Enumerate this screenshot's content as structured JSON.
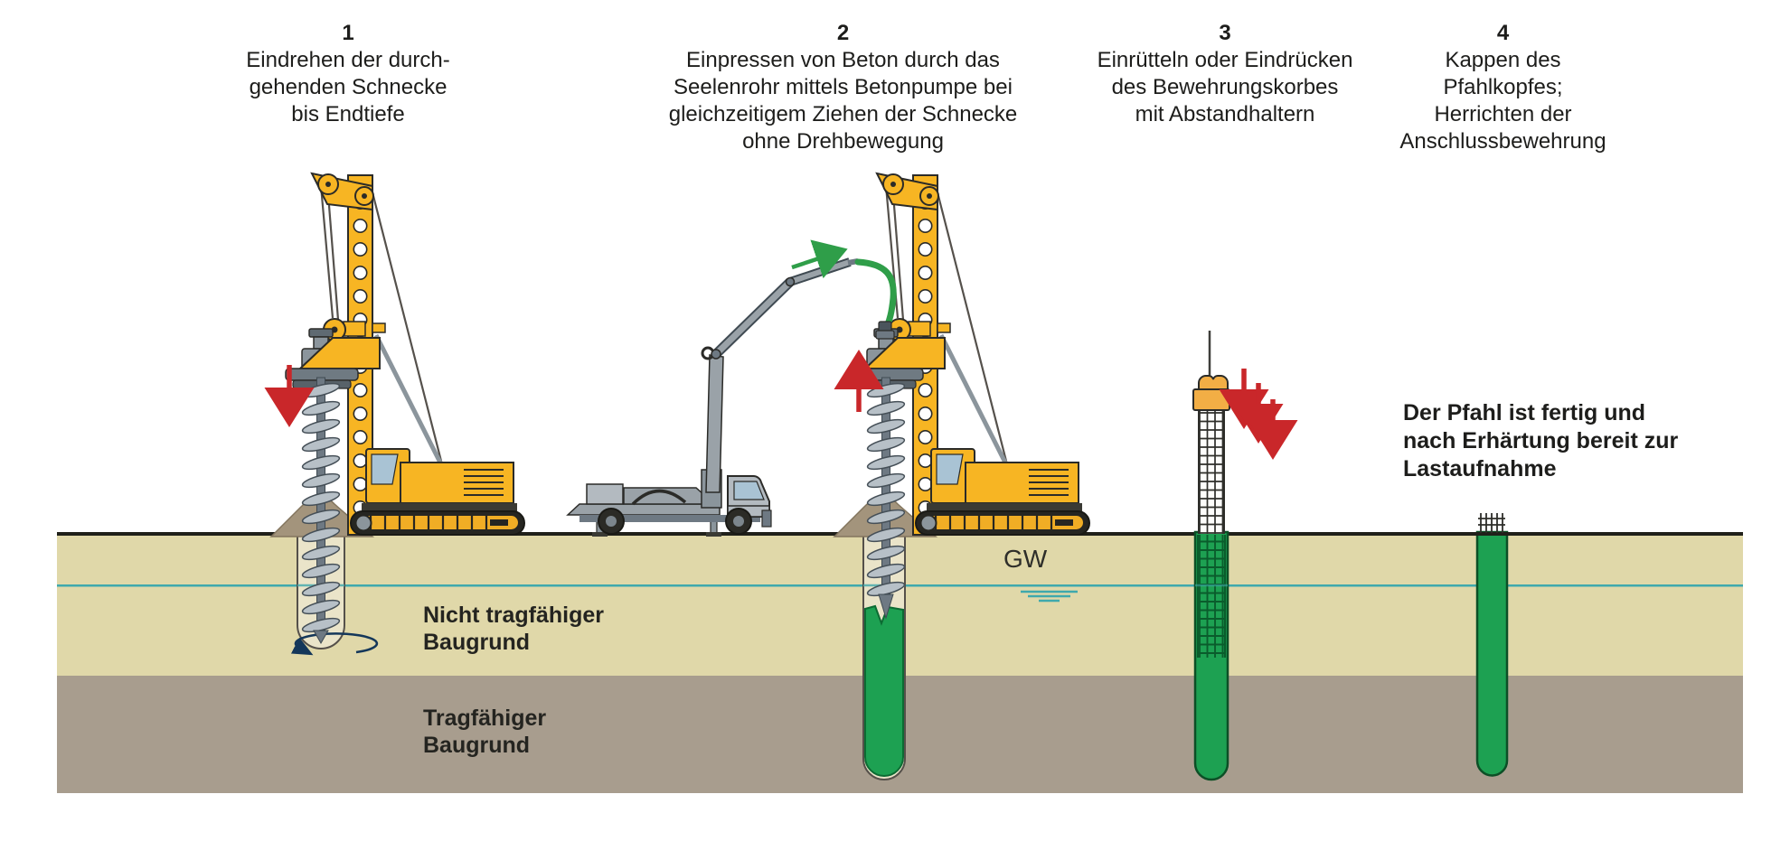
{
  "diagram_title": "",
  "steps": [
    {
      "number": "1",
      "lines": [
        "Eindrehen der durch-",
        "gehenden Schnecke",
        "bis Endtiefe"
      ]
    },
    {
      "number": "2",
      "lines": [
        "Einpressen von Beton durch das",
        "Seelenrohr mittels Betonpumpe bei",
        "gleichzeitigem Ziehen der Schnecke",
        "ohne Drehbewegung"
      ]
    },
    {
      "number": "3",
      "lines": [
        "Einrütteln oder Eindrücken",
        "des Bewehrungskorbes",
        "mit Abstandhaltern"
      ]
    },
    {
      "number": "4",
      "lines": [
        "Kappen des",
        "Pfahlkopfes;",
        "Herrichten der",
        "Anschlussbewehrung"
      ]
    }
  ],
  "labels": {
    "groundwater": "GW",
    "soil_upper": {
      "line1": "Nicht tragfähiger",
      "line2": "Baugrund"
    },
    "soil_lower": {
      "line1": "Tragfähiger",
      "line2": "Baugrund"
    },
    "note": {
      "line1": "Der Pfahl ist fertig und",
      "line2": "nach Erhärtung bereit zur",
      "line3": "Lastaufnahme"
    }
  },
  "icons": {
    "down_arrow": "red-down-arrow",
    "up_arrow": "red-up-arrow",
    "flow_arrow": "green-flow-arrow",
    "rotation_arrow": "rotation-ellipse-arrow",
    "water_symbol": "groundwater-symbol"
  },
  "colors": {
    "machine_yellow": "#f7b523",
    "machine_gray": "#8b959c",
    "soil_upper": "#e0d8a9",
    "soil_lower": "#a89d8e",
    "spoil_mound": "#a3947c",
    "concrete_green": "#1da152",
    "rebar_green_grid": "#0a5c2c",
    "groundwater_teal": "#3fa9ad",
    "arrow_red": "#c9272a",
    "hose_green": "#2f9e49",
    "vibrator_orange": "#f2ae45",
    "ground_line": "#20201a"
  }
}
